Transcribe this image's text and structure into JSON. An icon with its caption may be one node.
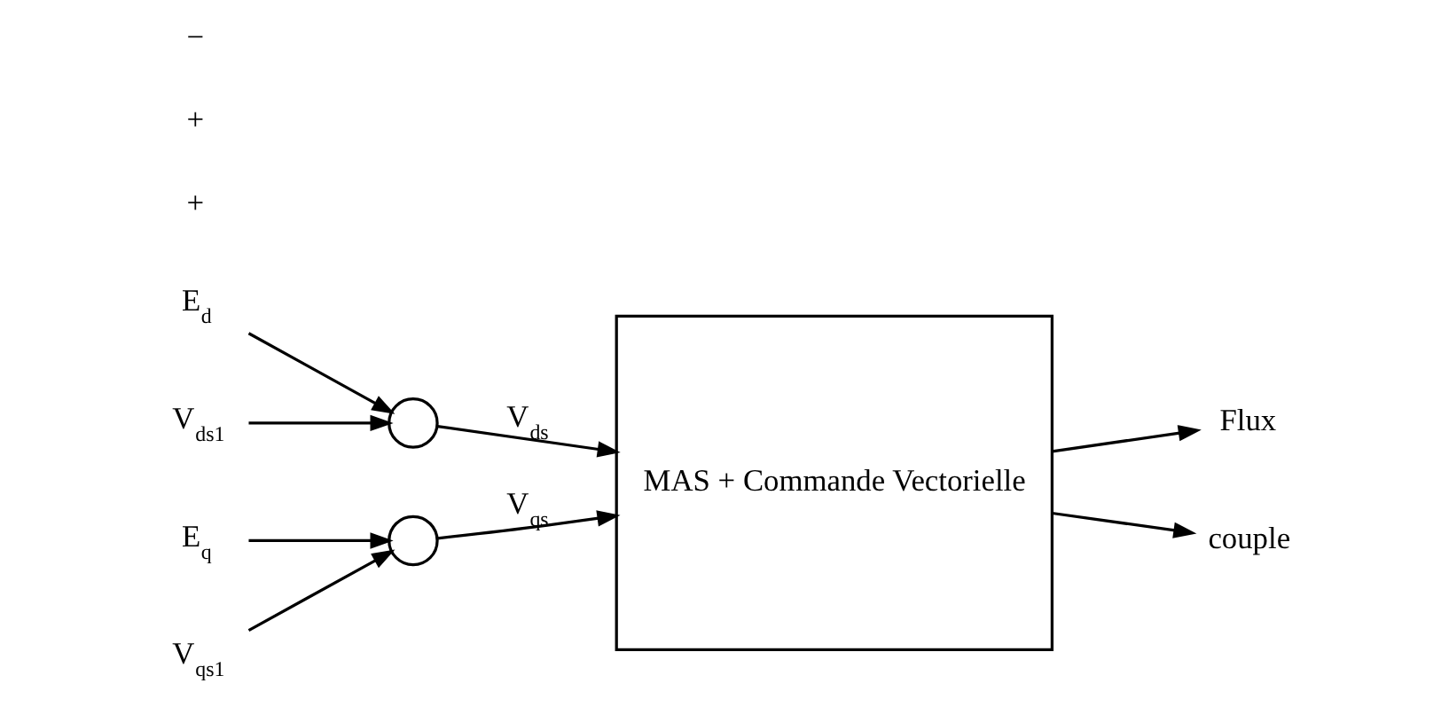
{
  "diagram": {
    "nodes": [
      {
        "text": [
          "E$_{d}$"
        ]
      },
      {
        "text": [
          "V$_{ds1}$"
        ]
      },
      {
        "text": [],
        "shape": "circle"
      },
      {
        "text": [
          "V$_{qs1}$"
        ]
      },
      {
        "text": [],
        "shape": "circle"
      },
      {
        "text": [
          "E$_{q}$"
        ]
      },
      {
        "text": [
          "MAS + Commande Vectorielle"
        ]
      },
      {
        "text": [
          "Flux"
        ]
      },
      {
        "text": [
          "couple"
        ]
      }
    ],
    "edges": [
      {
        "from": 0,
        "to": 2,
        "arrow": "to"
      },
      {
        "from": 1,
        "to": 2,
        "arrow": "to"
      },
      {
        "from": 2,
        "to": 6,
        "arrow": "to",
        "label": "V$_{ds}$"
      },
      {
        "from": 3,
        "to": 4,
        "arrow": "to"
      },
      {
        "from": 5,
        "to": 4,
        "arrow": "to"
      },
      {
        "from": 4,
        "to": 6,
        "arrow": "to",
        "label": "V$_{qs}$"
      },
      {
        "from": 6,
        "to": 7,
        "arrow": "to"
      },
      {
        "from": 6,
        "to": 8,
        "arrow": "to"
      }
    ],
    "labels": [
      "+",
      "+",
      "−"
    ]
  }
}
